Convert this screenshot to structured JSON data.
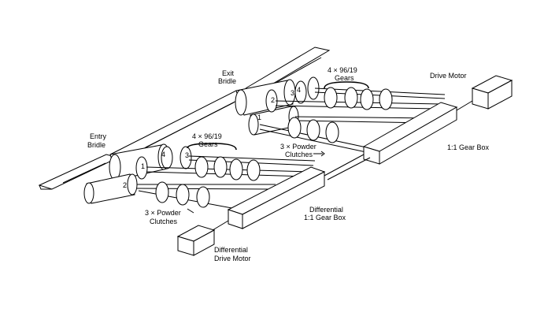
{
  "labels": {
    "entry_bridle": [
      "Entry",
      "Bridle"
    ],
    "exit_bridle": [
      "Exit",
      "Bridle"
    ],
    "drive_motor": "Drive Motor",
    "gear_box_top": "1:1 Gear Box",
    "gears_top": [
      "4 × 96/19",
      "Gears"
    ],
    "gears_bottom": [
      "4 × 96/19",
      "Gears"
    ],
    "clutches_top": [
      "3 × Powder",
      "Clutches"
    ],
    "clutches_bottom": [
      "3 × Powder",
      "Clutches"
    ],
    "differential_gearbox": [
      "Differential",
      "1:1 Gear Box"
    ],
    "differential_motor": [
      "Differential",
      "Drive Motor"
    ]
  },
  "roll_numbers": {
    "exit": [
      "4",
      "3",
      "2",
      "1"
    ],
    "entry": [
      "4",
      "3",
      "2",
      "1"
    ]
  }
}
